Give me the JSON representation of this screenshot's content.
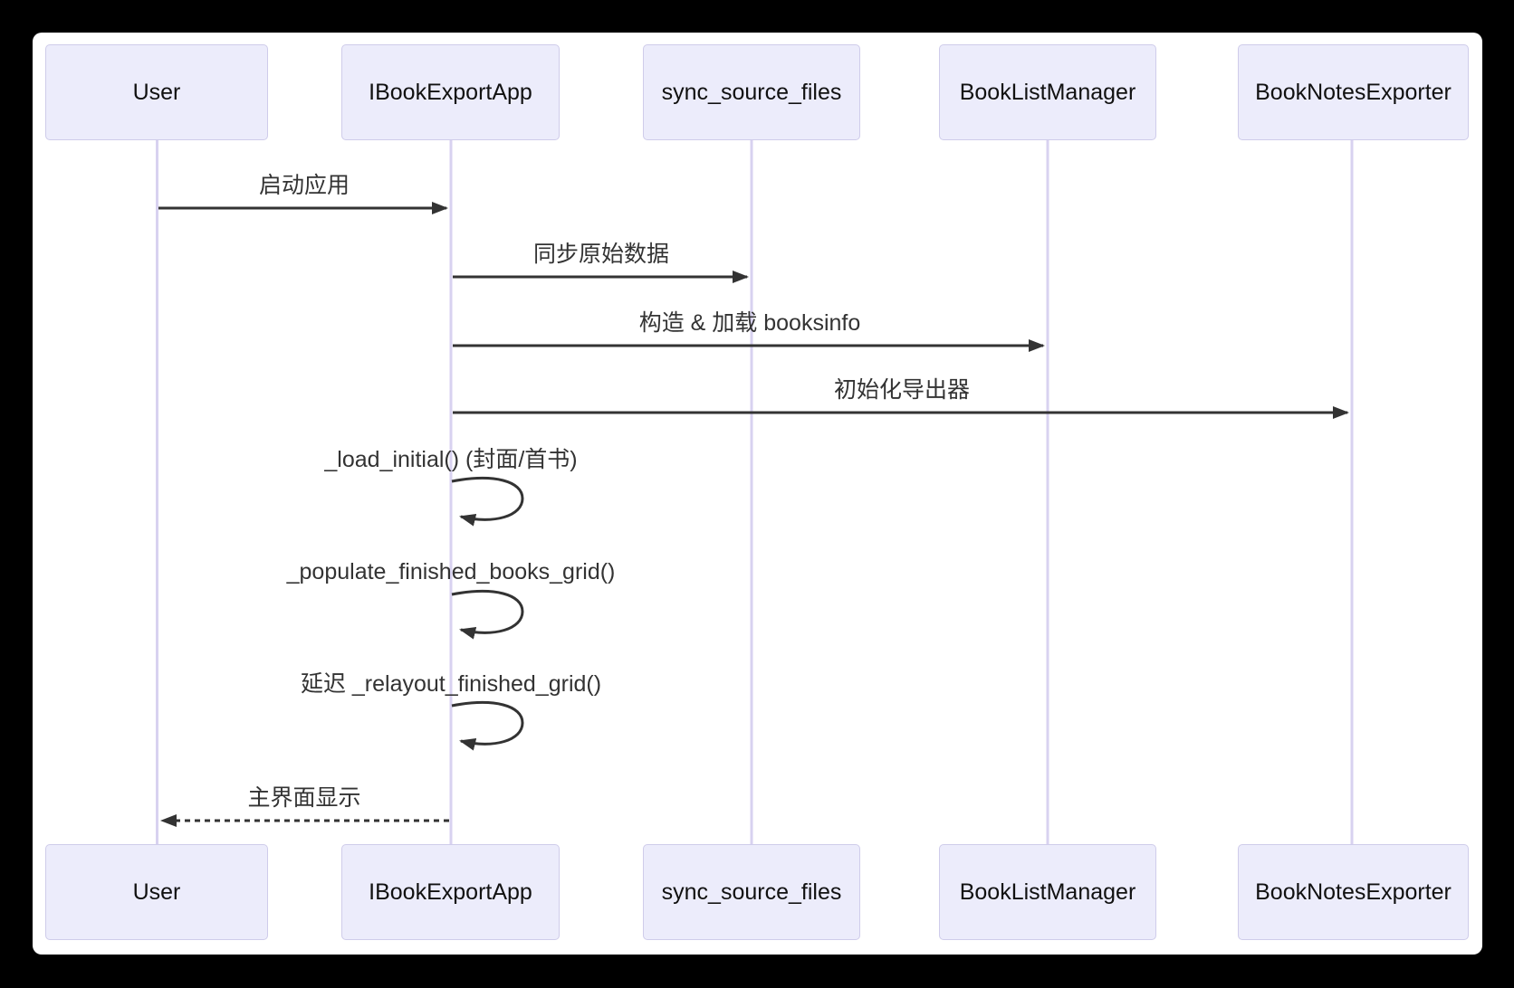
{
  "diagram": {
    "type": "sequence-diagram",
    "participants": [
      {
        "name": "User"
      },
      {
        "name": "IBookExportApp"
      },
      {
        "name": "sync_source_files"
      },
      {
        "name": "BookListManager"
      },
      {
        "name": "BookNotesExporter"
      }
    ],
    "messages": [
      {
        "from": "User",
        "to": "IBookExportApp",
        "label": "启动应用",
        "line": "solid",
        "kind": "call"
      },
      {
        "from": "IBookExportApp",
        "to": "sync_source_files",
        "label": "同步原始数据",
        "line": "solid",
        "kind": "call"
      },
      {
        "from": "IBookExportApp",
        "to": "BookListManager",
        "label": "构造 & 加载 booksinfo",
        "line": "solid",
        "kind": "call"
      },
      {
        "from": "IBookExportApp",
        "to": "BookNotesExporter",
        "label": "初始化导出器",
        "line": "solid",
        "kind": "call"
      },
      {
        "from": "IBookExportApp",
        "to": "IBookExportApp",
        "label": "_load_initial() (封面/首书)",
        "line": "solid",
        "kind": "self-loop"
      },
      {
        "from": "IBookExportApp",
        "to": "IBookExportApp",
        "label": "_populate_finished_books_grid()",
        "line": "solid",
        "kind": "self-loop"
      },
      {
        "from": "IBookExportApp",
        "to": "IBookExportApp",
        "label": "延迟 _relayout_finished_grid()",
        "line": "solid",
        "kind": "self-loop"
      },
      {
        "from": "IBookExportApp",
        "to": "User",
        "label": "主界面显示",
        "line": "dashed",
        "kind": "return"
      }
    ],
    "colors": {
      "page_background": "#000000",
      "canvas_background": "#ffffff",
      "actor_fill": "#ececfb",
      "actor_border": "#cfccea",
      "lifeline": "#d8d2f0",
      "arrow": "#333333",
      "message_text": "#333333",
      "actor_text": "#111111"
    }
  }
}
